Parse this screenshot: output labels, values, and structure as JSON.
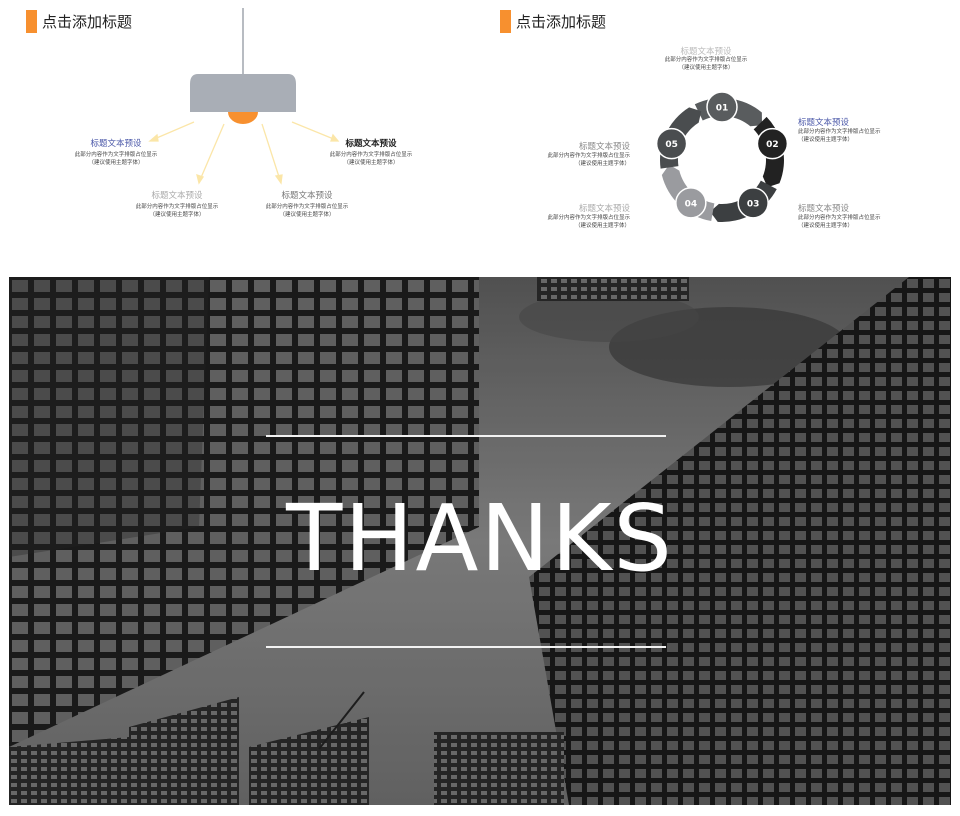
{
  "left_slide": {
    "title": "点击添加标题",
    "accent": "#f7902f",
    "lamp_color": "#a9aeb6",
    "bulb_color": "#f7902f",
    "ray_color": "#fbe6a8",
    "items": [
      {
        "label": "标题文本预设",
        "desc1": "此部分内容作为文字排版占位显示",
        "desc2": "（建议使用主题字体）",
        "color": "#4a57a8"
      },
      {
        "label": "标题文本预设",
        "desc1": "此部分内容作为文字排版占位显示",
        "desc2": "（建议使用主题字体）",
        "color": "#aaaaaa"
      },
      {
        "label": "标题文本预设",
        "desc1": "此部分内容作为文字排版占位显示",
        "desc2": "（建议使用主题字体）",
        "color": "#777777"
      },
      {
        "label": "标题文本预设",
        "desc1": "此部分内容作为文字排版占位显示",
        "desc2": "（建议使用主题字体）",
        "color": "#222222"
      }
    ]
  },
  "right_slide": {
    "title": "点击添加标题",
    "accent": "#f7902f",
    "cycle": {
      "steps": [
        "01",
        "02",
        "03",
        "04",
        "05"
      ],
      "segment_colors": [
        "#595c5e",
        "#222222",
        "#3c3f41",
        "#9a9b9f",
        "#4a4d4f"
      ]
    },
    "items": [
      {
        "label": "标题文本预设",
        "desc1": "此部分内容作为文字排版占位显示",
        "desc2": "（建议使用主题字体）",
        "color": "#bbbbbb"
      },
      {
        "label": "标题文本预设",
        "desc1": "此部分内容作为文字排版占位显示",
        "desc2": "（建议使用主题字体）",
        "color": "#4a57a8"
      },
      {
        "label": "标题文本预设",
        "desc1": "此部分内容作为文字排版占位显示",
        "desc2": "（建议使用主题字体）",
        "color": "#888888"
      },
      {
        "label": "标题文本预设",
        "desc1": "此部分内容作为文字排版占位显示",
        "desc2": "（建议使用主题字体）",
        "color": "#888888"
      },
      {
        "label": "标题文本预设",
        "desc1": "此部分内容作为文字排版占位显示",
        "desc2": "（建议使用主题字体）",
        "color": "#aaaaaa"
      }
    ]
  },
  "thanks_slide": {
    "word": "THANKS"
  }
}
